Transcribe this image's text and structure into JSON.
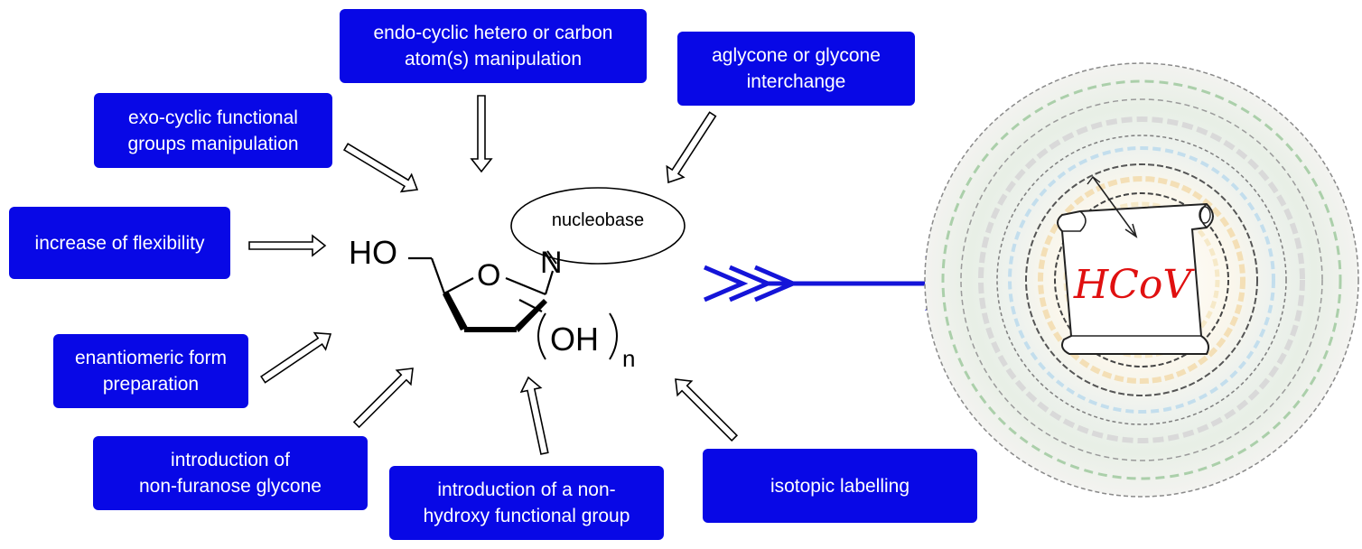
{
  "colors": {
    "box_bg": "#0808e6",
    "box_text": "#ffffff",
    "main_arrow": "#1414d8",
    "target_text": "#e01010"
  },
  "modifications": [
    {
      "id": "endo",
      "label": "endo-cyclic hetero or carbon\natom(s) manipulation"
    },
    {
      "id": "aglycone",
      "label": "aglycone or glycone\ninterchange"
    },
    {
      "id": "exo",
      "label": "exo-cyclic functional\ngroups manipulation"
    },
    {
      "id": "flex",
      "label": "increase of flexibility"
    },
    {
      "id": "enantio",
      "label": "enantiomeric form\npreparation"
    },
    {
      "id": "nonfuranose",
      "label": "introduction of\nnon-furanose glycone"
    },
    {
      "id": "nonhydroxy",
      "label": "introduction of a non-\nhydroxy functional group"
    },
    {
      "id": "isotopic",
      "label": "isotopic labelling"
    }
  ],
  "molecule": {
    "ho": "HO",
    "ring_o": "O",
    "n": "N",
    "nucleobase": "nucleobase",
    "oh": "OH",
    "subscript": "n"
  },
  "target": {
    "label": "HCoV"
  },
  "icons": {
    "hollow_arrow": "hollow-arrow-icon",
    "main_arrow": "triple-chevron-arrow-icon",
    "scroll": "scroll-icon"
  }
}
